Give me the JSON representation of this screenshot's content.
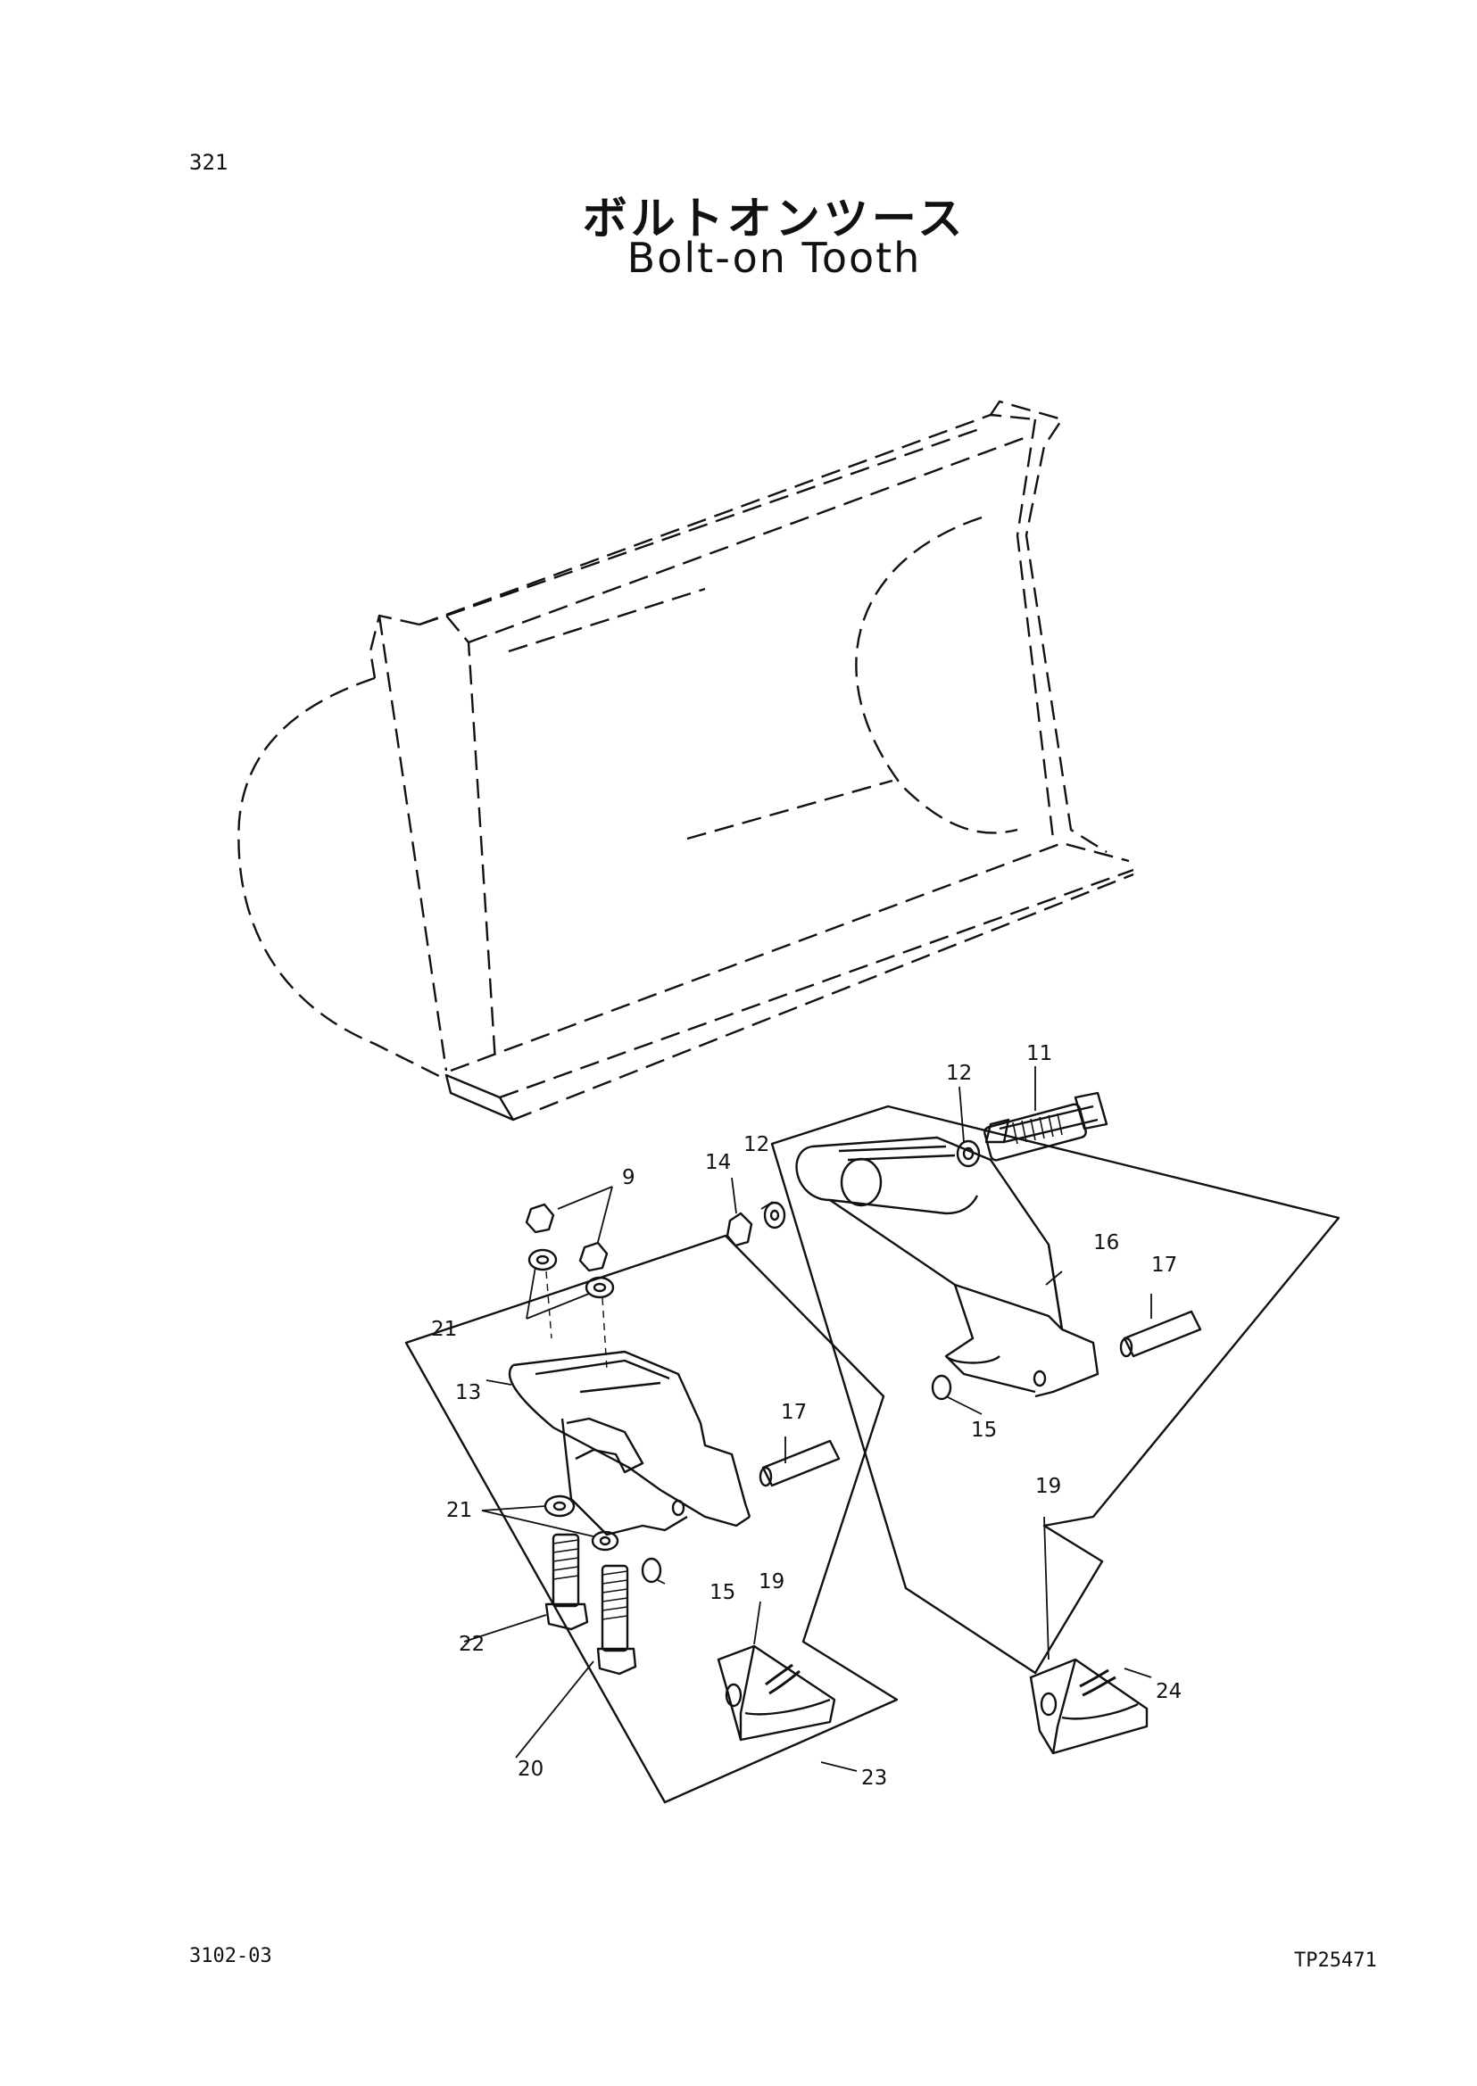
{
  "header": {
    "page_number": "321",
    "title_jp": "ボルトオンツース",
    "title_en": "Bolt-on Tooth"
  },
  "footer": {
    "left_code": "3102-03",
    "right_code": "TP25471"
  },
  "callouts": [
    "9",
    "11",
    "12",
    "12",
    "13",
    "14",
    "15",
    "15",
    "16",
    "17",
    "17",
    "19",
    "19",
    "20",
    "21",
    "21",
    "22",
    "23",
    "24"
  ]
}
